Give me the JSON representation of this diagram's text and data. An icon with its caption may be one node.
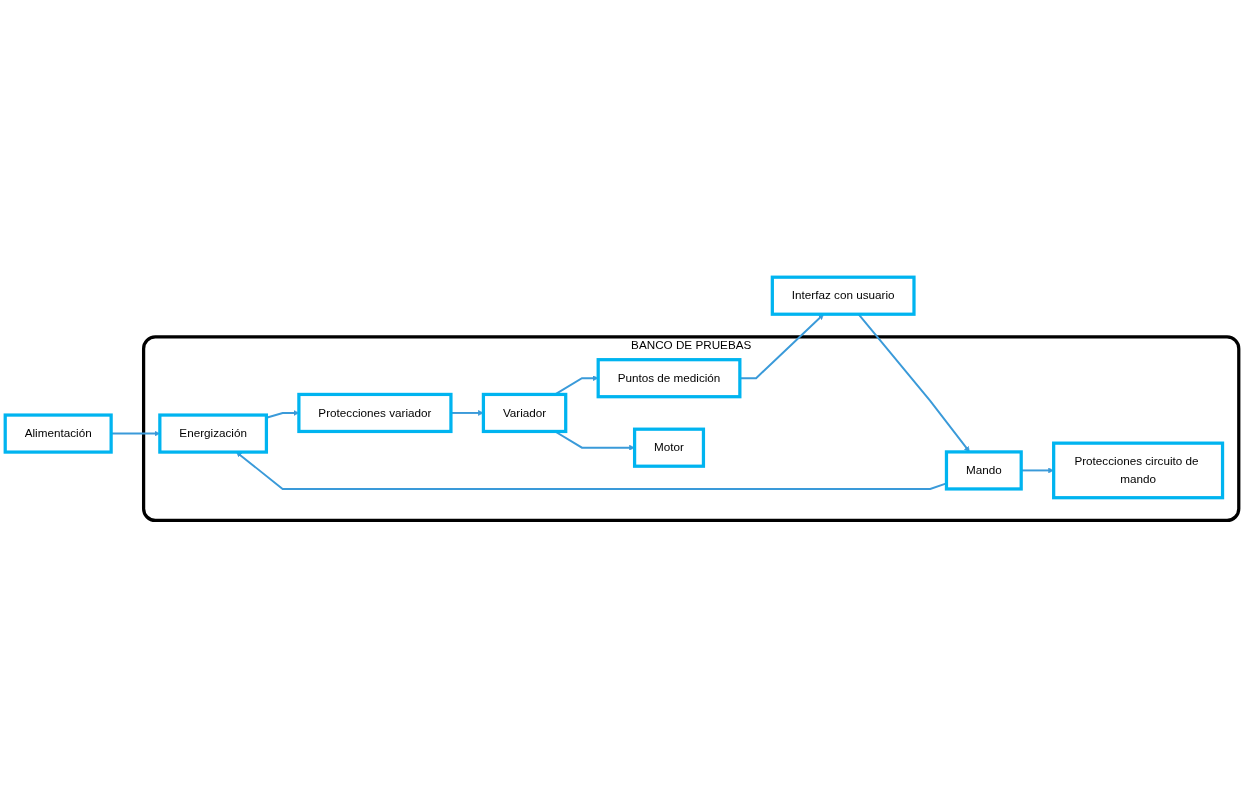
{
  "diagram": {
    "nodes": [
      {
        "text": [
          "BANCO DE PRUEBAS"
        ]
      },
      {
        "text": [
          "Alimentación"
        ]
      },
      {
        "text": [
          "Energización"
        ],
        "in": 0
      },
      {
        "text": [
          "Mando"
        ],
        "in": 0
      },
      {
        "text": [
          "Protecciones circuito de mando"
        ],
        "in": 0
      },
      {
        "text": [
          "Protecciones variador"
        ],
        "in": 0
      },
      {
        "text": [
          "Variador"
        ],
        "in": 0
      },
      {
        "text": [
          "Puntos de medición"
        ],
        "in": 0
      },
      {
        "text": [
          "Interfaz con usuario"
        ]
      },
      {
        "text": [
          "Motor"
        ],
        "in": 0
      }
    ],
    "edges": [
      {
        "from": 1,
        "to": 2,
        "arrow": "to"
      },
      {
        "from": 3,
        "to": 2,
        "arrow": "to"
      },
      {
        "from": 3,
        "to": 4,
        "arrow": "to"
      },
      {
        "from": 2,
        "to": 5,
        "arrow": "to"
      },
      {
        "from": 5,
        "to": 6,
        "arrow": "to"
      },
      {
        "from": 6,
        "to": 7,
        "arrow": "to"
      },
      {
        "from": 6,
        "to": 9,
        "arrow": "to"
      },
      {
        "from": 7,
        "to": 8,
        "arrow": "to"
      },
      {
        "from": 8,
        "to": 3,
        "arrow": "to"
      }
    ]
  }
}
